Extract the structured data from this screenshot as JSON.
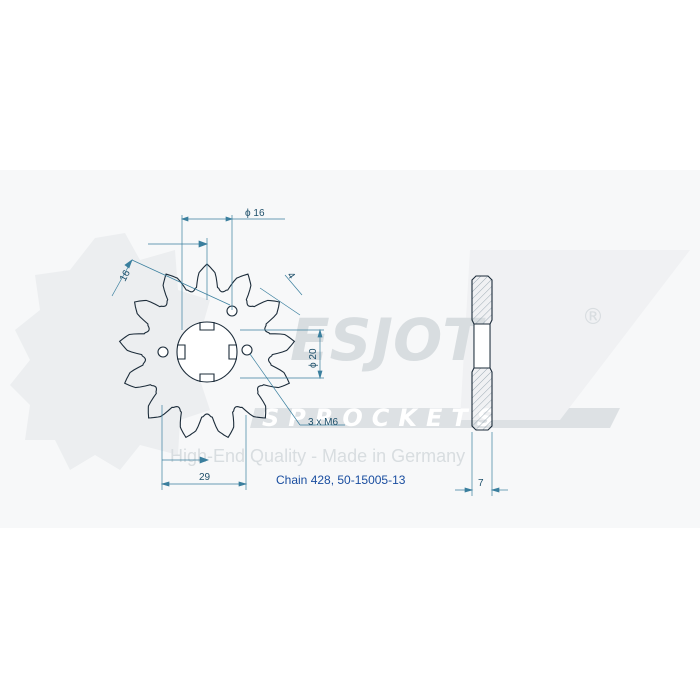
{
  "colors": {
    "outline": "#1c2c3a",
    "dimension": "#3a7f9e",
    "dimension_text": "#1d4f6a",
    "caption": "#1a4ea0",
    "hatch": "#8a9aa6",
    "watermark": "#d8dde0",
    "panel": "#f7f8f9"
  },
  "drawing": {
    "dimensions": {
      "bore_diameter": "ϕ 16",
      "offset_16": "16",
      "tooth_4": "4",
      "inner_diameter": "ϕ 20",
      "mounting_holes": "3 x M6",
      "dim_29": "29",
      "thickness": "7"
    },
    "caption": "Chain 428, 50-15005-13"
  },
  "watermark": {
    "brand": "ESJOT",
    "registered": "®",
    "subtitle": "SPROCKETS",
    "tagline": "High-End Quality - Made in Germany"
  }
}
